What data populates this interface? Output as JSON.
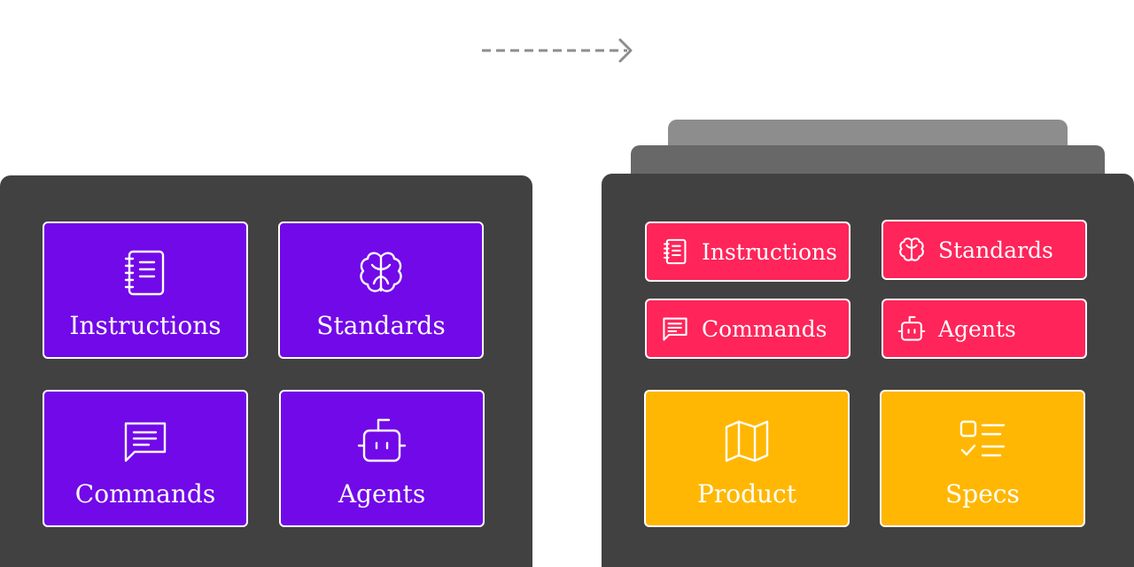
{
  "left_panel": {
    "cards": [
      {
        "label": "Instructions",
        "icon": "notebook-icon"
      },
      {
        "label": "Standards",
        "icon": "brain-icon"
      },
      {
        "label": "Commands",
        "icon": "message-icon"
      },
      {
        "label": "Agents",
        "icon": "robot-icon"
      }
    ]
  },
  "right_panel": {
    "small_cards": [
      {
        "label": "Instructions",
        "icon": "notebook-icon"
      },
      {
        "label": "Standards",
        "icon": "brain-icon"
      },
      {
        "label": "Commands",
        "icon": "message-icon"
      },
      {
        "label": "Agents",
        "icon": "robot-icon"
      }
    ],
    "big_cards": [
      {
        "label": "Product",
        "icon": "map-icon"
      },
      {
        "label": "Specs",
        "icon": "checklist-icon"
      }
    ]
  },
  "colors": {
    "panel": "#414141",
    "tab_back": "#8d8d8d",
    "tab_front": "#686868",
    "purple": "#7209e8",
    "pink": "#ff2459",
    "gold": "#ffb703",
    "arrow": "#8d8d8d"
  }
}
